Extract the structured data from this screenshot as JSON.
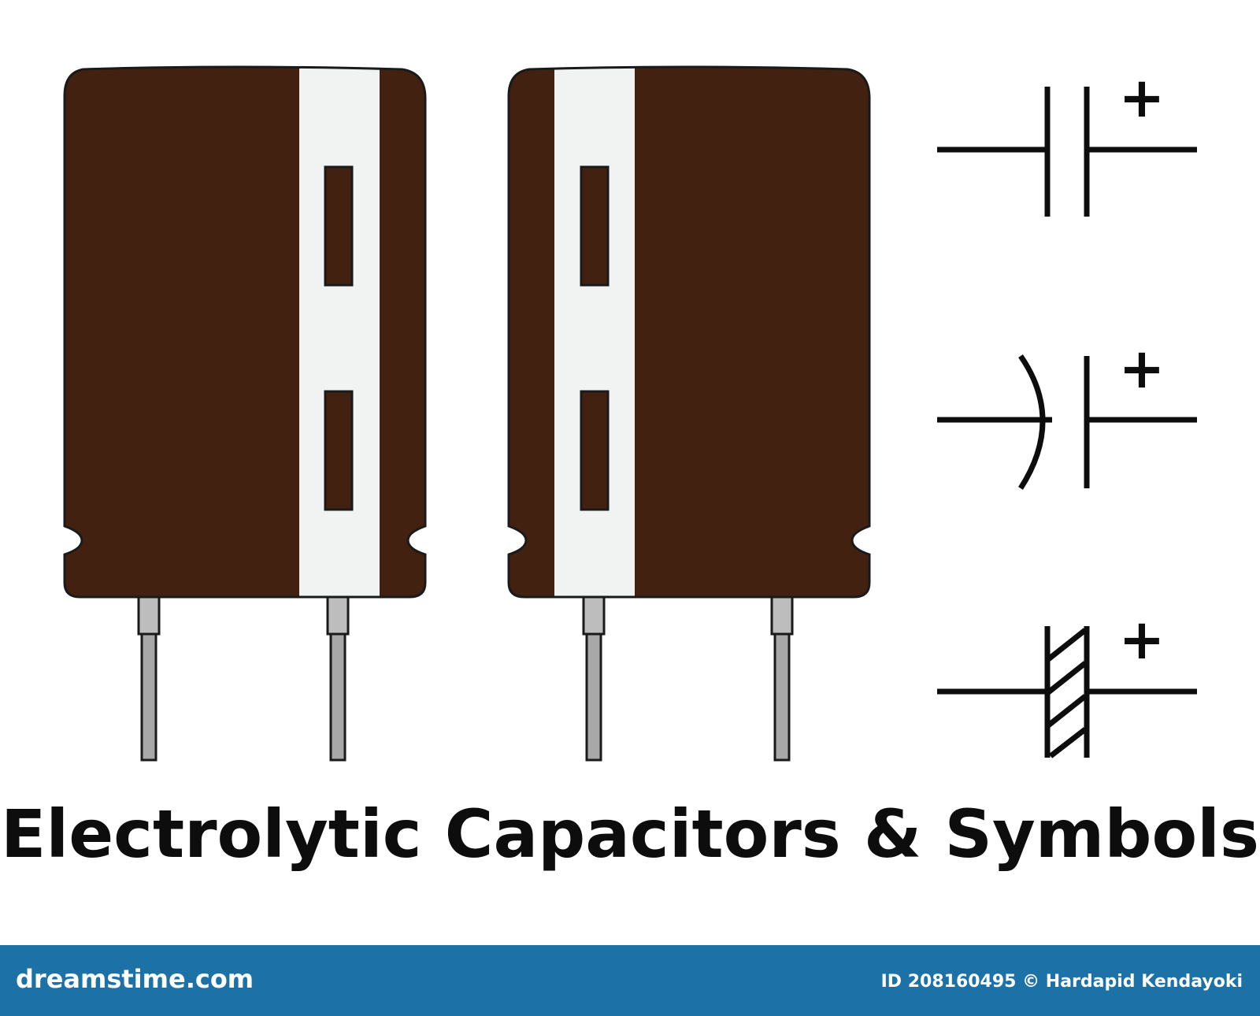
{
  "title": "Electrolytic Capacitors & Symbols",
  "footer": {
    "logo": "dreamstime.com",
    "credit": "ID 208160495 © Hardapid Kendayoki"
  },
  "colors": {
    "body": "#432111",
    "stripe": "#f1f2f2",
    "lead": "#a8a8a8",
    "footer": "#1c72a6",
    "symbol": "#0d0d0d"
  },
  "symbols": {
    "polarity_sign": "+"
  }
}
